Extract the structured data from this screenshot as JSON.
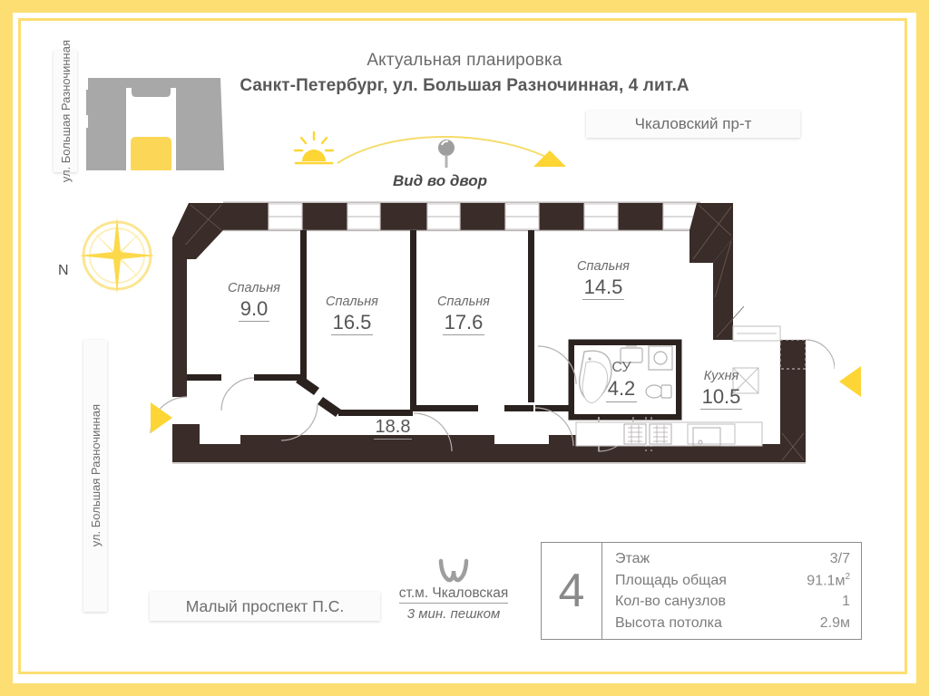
{
  "header": {
    "title_line1": "Актуальная планировка",
    "title_line2": "Санкт-Петербург, ул. Большая Разночинная, 4 лит.А"
  },
  "streets": {
    "top_left_vertical": "ул. Большая Разночинная",
    "left_vertical": "ул. Большая Разночинная",
    "top_right": "Чкаловский пр-т",
    "bottom": "Малый проспект П.С."
  },
  "orientation": {
    "north_label": "N",
    "compass_icon": "compass-rose-icon",
    "sun_icon": "sun-icon",
    "pin_icon": "map-pin-icon",
    "view_label": "Вид во двор",
    "direction_arrow_icon": "triangle-arrow-icon"
  },
  "minimap": {
    "icon": "building-footprint-icon",
    "building_color": "#a8a8a8",
    "unit_color": "#fcd757"
  },
  "rooms": [
    {
      "name": "Спальня",
      "area": "9.0",
      "key": "bedroom-9"
    },
    {
      "name": "Спальня",
      "area": "16.5",
      "key": "bedroom-16-5"
    },
    {
      "name": "Спальня",
      "area": "17.6",
      "key": "bedroom-17-6"
    },
    {
      "name": "Спальня",
      "area": "14.5",
      "key": "bedroom-14-5"
    },
    {
      "name": "СУ",
      "area": "4.2",
      "key": "bathroom"
    },
    {
      "name": "Кухня",
      "area": "10.5",
      "key": "kitchen"
    },
    {
      "name": "",
      "area": "18.8",
      "key": "hallway"
    }
  ],
  "entrances": {
    "left_arrow_icon": "entrance-arrow-icon",
    "right_arrow_icon": "entrance-arrow-icon"
  },
  "metro": {
    "icon": "metro-logo-icon",
    "station": "ст.м. Чкаловская",
    "walk_time": "3 мин. пешком"
  },
  "info": {
    "rooms_count": "4",
    "items": [
      {
        "label": "Этаж",
        "value": "3/7"
      },
      {
        "label": "Площадь общая",
        "value": "91.1м",
        "sup": "2"
      },
      {
        "label": "Кол-во санузлов",
        "value": "1"
      },
      {
        "label": "Высота потолка",
        "value": "2.9м"
      }
    ]
  },
  "colors": {
    "frame": "#fcde72",
    "wall": "#3a2c28",
    "accent": "#fdd535",
    "text": "#6b6b6b"
  }
}
